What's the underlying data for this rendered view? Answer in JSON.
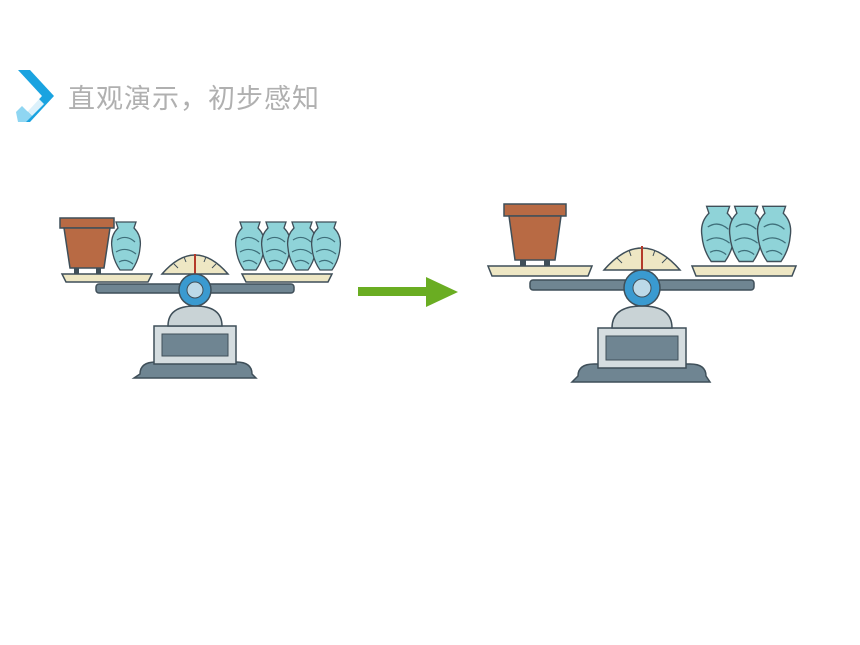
{
  "header": {
    "title": "直观演示，初步感知"
  },
  "colors": {
    "accent": "#1aa3e0",
    "title_text": "#b0b0b0",
    "arrow": "#6aad22",
    "pot": "#b86a44",
    "vase": "#8fd3d8",
    "scale_body": "#6f8592"
  },
  "icons": {
    "header": "chevron-right-icon",
    "arrow": "arrow-right-icon"
  },
  "illustration": {
    "before": {
      "left_pan": [
        "flower-pot",
        "vase"
      ],
      "right_pan": [
        "vase",
        "vase",
        "vase",
        "vase"
      ],
      "tilt": "balanced"
    },
    "after": {
      "left_pan": [
        "flower-pot"
      ],
      "right_pan": [
        "vase",
        "vase",
        "vase"
      ],
      "tilt": "balanced"
    }
  }
}
